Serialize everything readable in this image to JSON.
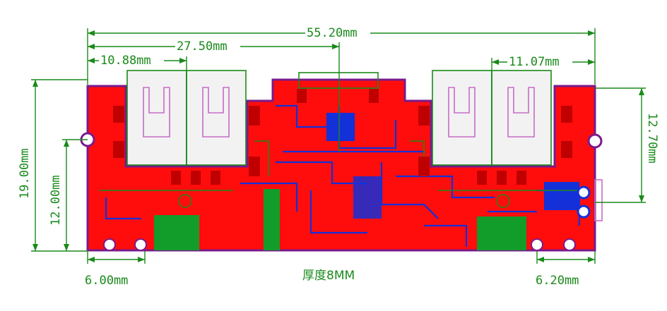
{
  "dimensions": {
    "overall_width": "55.20mm",
    "mid_width": "27.50mm",
    "left_usb_offset": "10.88mm",
    "right_usb_offset": "11.07mm",
    "board_height": "19.00mm",
    "left_hole_height": "12.00mm",
    "right_hole_height": "12.70mm",
    "left_hole_offset": "6.00mm",
    "right_hole_offset": "6.20mm"
  },
  "thickness_note": "厚度8MM",
  "colors": {
    "dimension": "#1a8a1a",
    "copper_top": "#ff0d0d",
    "copper_bottom": "#1430d8",
    "outline": "#7a1a8c",
    "silkscreen": "#c66cc6"
  }
}
